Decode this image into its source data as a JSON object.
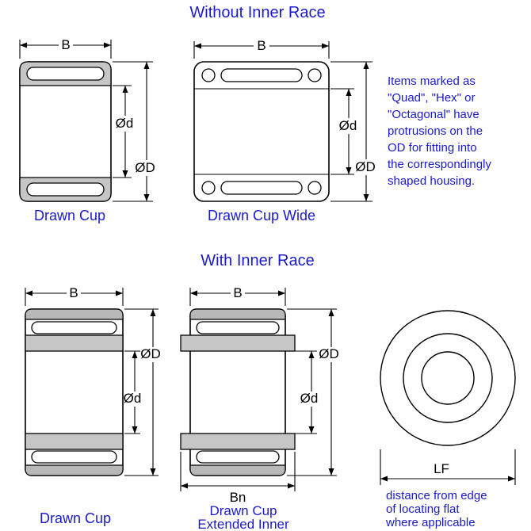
{
  "page": {
    "title_without": "Without Inner Race",
    "title_with": "With Inner Race"
  },
  "captions": {
    "drawn_cup_top": "Drawn Cup",
    "drawn_cup_wide": "Drawn Cup Wide",
    "drawn_cup_bottom": "Drawn Cup",
    "extended_line1": "Drawn Cup",
    "extended_line2": "Extended Inner"
  },
  "dims": {
    "b": "B",
    "d": "Ød",
    "D": "ØD",
    "bn": "Bn",
    "lf": "LF"
  },
  "note": "Items marked as\n\"Quad\", \"Hex\" or\n\"Octagonal\" have\nprotrusions on the\nOD for fitting into\nthe correspondingly\nshaped housing.",
  "footnote": "distance from edge\nof locating flat\nwhere applicable",
  "colors": {
    "accent_blue": "#1a1acc",
    "line_black": "#000000",
    "shell_gray": "#c6c6c6",
    "shell_dark_gray": "#b8b8b8"
  }
}
